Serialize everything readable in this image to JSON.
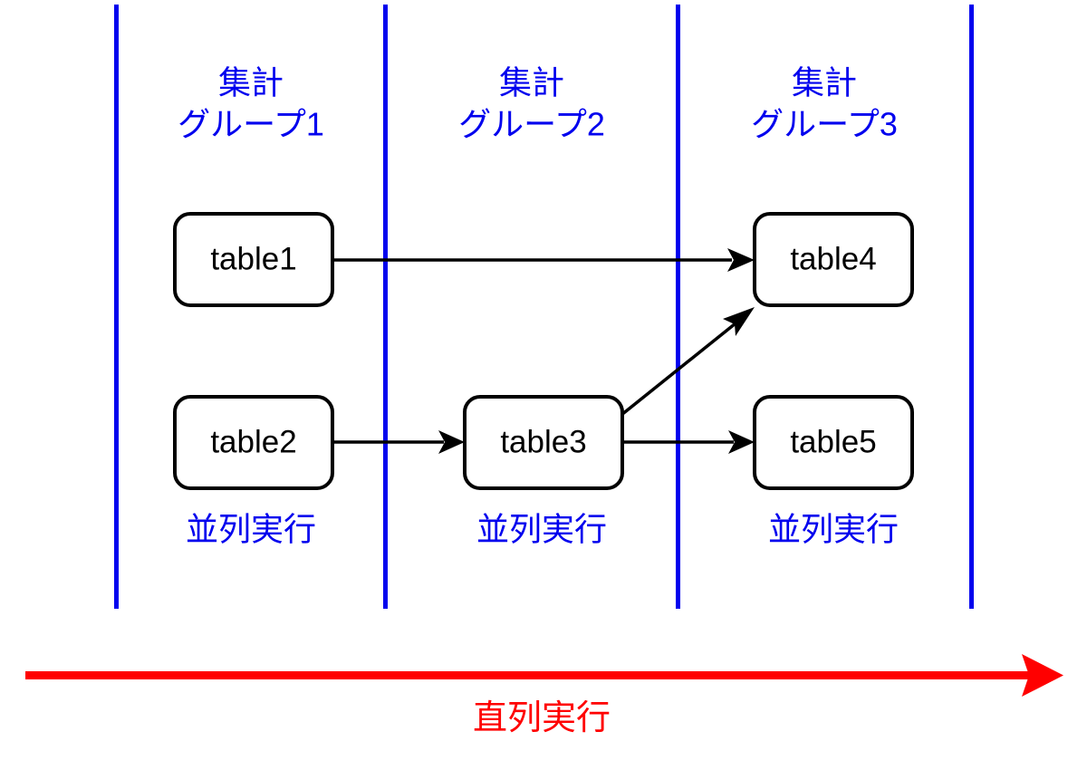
{
  "diagram": {
    "title_colors": {
      "group_blue": "#0000ee",
      "serial_red": "#ff0000",
      "node_black": "#000000",
      "background": "#ffffff"
    },
    "groups": [
      {
        "title_line1": "集計",
        "title_line2": "グループ1",
        "footer": "並列実行"
      },
      {
        "title_line1": "集計",
        "title_line2": "グループ2",
        "footer": "並列実行"
      },
      {
        "title_line1": "集計",
        "title_line2": "グループ3",
        "footer": "並列実行"
      }
    ],
    "nodes": [
      {
        "id": "table1",
        "label": "table1",
        "group": 1,
        "row": "top"
      },
      {
        "id": "table2",
        "label": "table2",
        "group": 1,
        "row": "bottom"
      },
      {
        "id": "table3",
        "label": "table3",
        "group": 2,
        "row": "bottom"
      },
      {
        "id": "table4",
        "label": "table4",
        "group": 3,
        "row": "top"
      },
      {
        "id": "table5",
        "label": "table5",
        "group": 3,
        "row": "bottom"
      }
    ],
    "edges": [
      {
        "from": "table1",
        "to": "table4",
        "style": "horizontal"
      },
      {
        "from": "table2",
        "to": "table3",
        "style": "horizontal"
      },
      {
        "from": "table3",
        "to": "table4",
        "style": "diagonal"
      },
      {
        "from": "table3",
        "to": "table5",
        "style": "horizontal"
      }
    ],
    "serial_arrow": {
      "label": "直列実行",
      "direction": "left-to-right"
    }
  }
}
